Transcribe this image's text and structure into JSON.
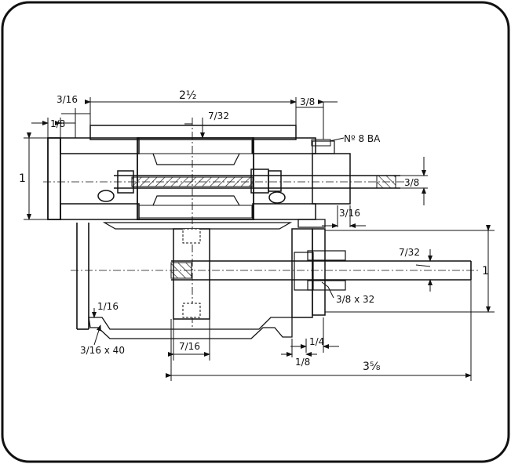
{
  "dimensions": {
    "top_width": "2½",
    "top_left_flange": "3/16",
    "top_left_offset": "1/8",
    "top_right_flange": "3/8",
    "top_center_bore": "7/32",
    "screw_spec": "Nº 8 BA",
    "left_height": "1",
    "rod_diameter_right": "3/8",
    "right_step": "3/16",
    "shaft_diameter": "7/32",
    "shaft_height": "1",
    "thread_spec": "3/8 x 32",
    "lower_small": "1/16",
    "lower_thread": "3/16 x 40",
    "hub_width": "7/16",
    "lower_right_a": "1/4",
    "lower_right_b": "1/8",
    "overall_length": "3⅝"
  }
}
